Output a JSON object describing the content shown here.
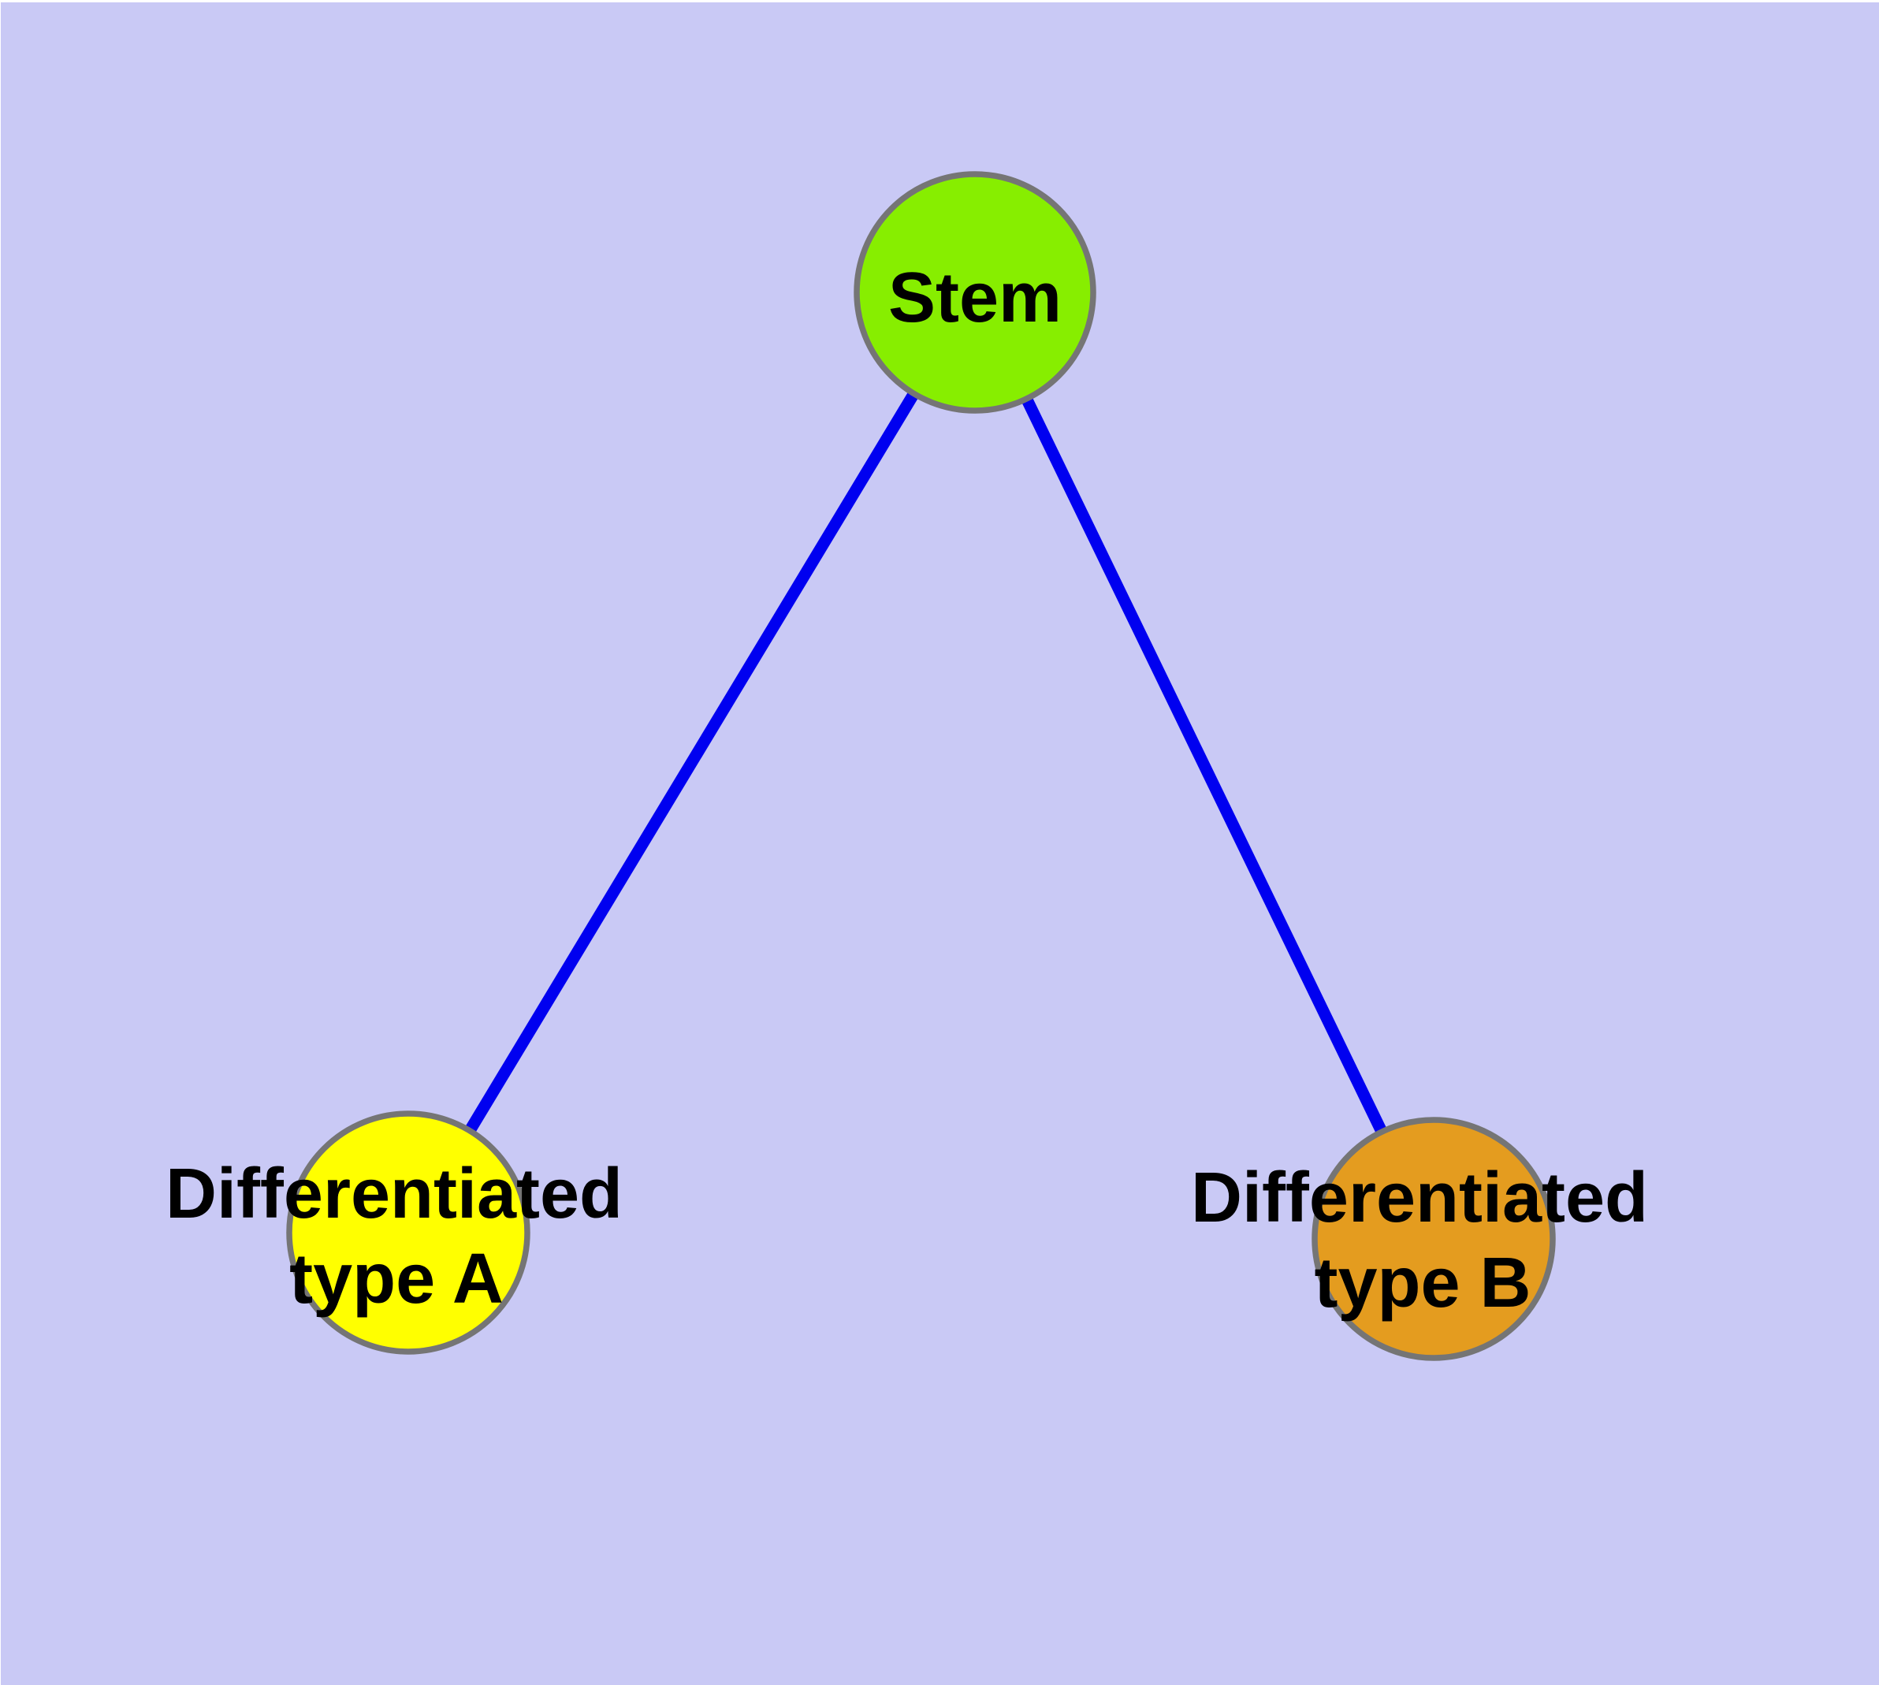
{
  "diagram": {
    "type": "graph",
    "title": "",
    "background_color": "#C9C9F5",
    "page_color": "#FFFFFF",
    "edge_color": "#0000F0",
    "node_border_color": "#757575",
    "text_color": "#000000",
    "nodes": [
      {
        "id": "stem",
        "label": "Stem",
        "line1": "Stem",
        "line2": "",
        "fill": "#87EE00"
      },
      {
        "id": "differentiated-type-a",
        "label": "Differentiated type A",
        "line1": "Differentiated",
        "line2": "type A",
        "fill": "#FFFF00"
      },
      {
        "id": "differentiated-type-b",
        "label": "Differentiated type B",
        "line1": "Differentiated",
        "line2": "type B",
        "fill": "#E49C1F"
      }
    ],
    "edges": [
      {
        "from": "stem",
        "to": "differentiated-type-a"
      },
      {
        "from": "stem",
        "to": "differentiated-type-b"
      }
    ]
  }
}
